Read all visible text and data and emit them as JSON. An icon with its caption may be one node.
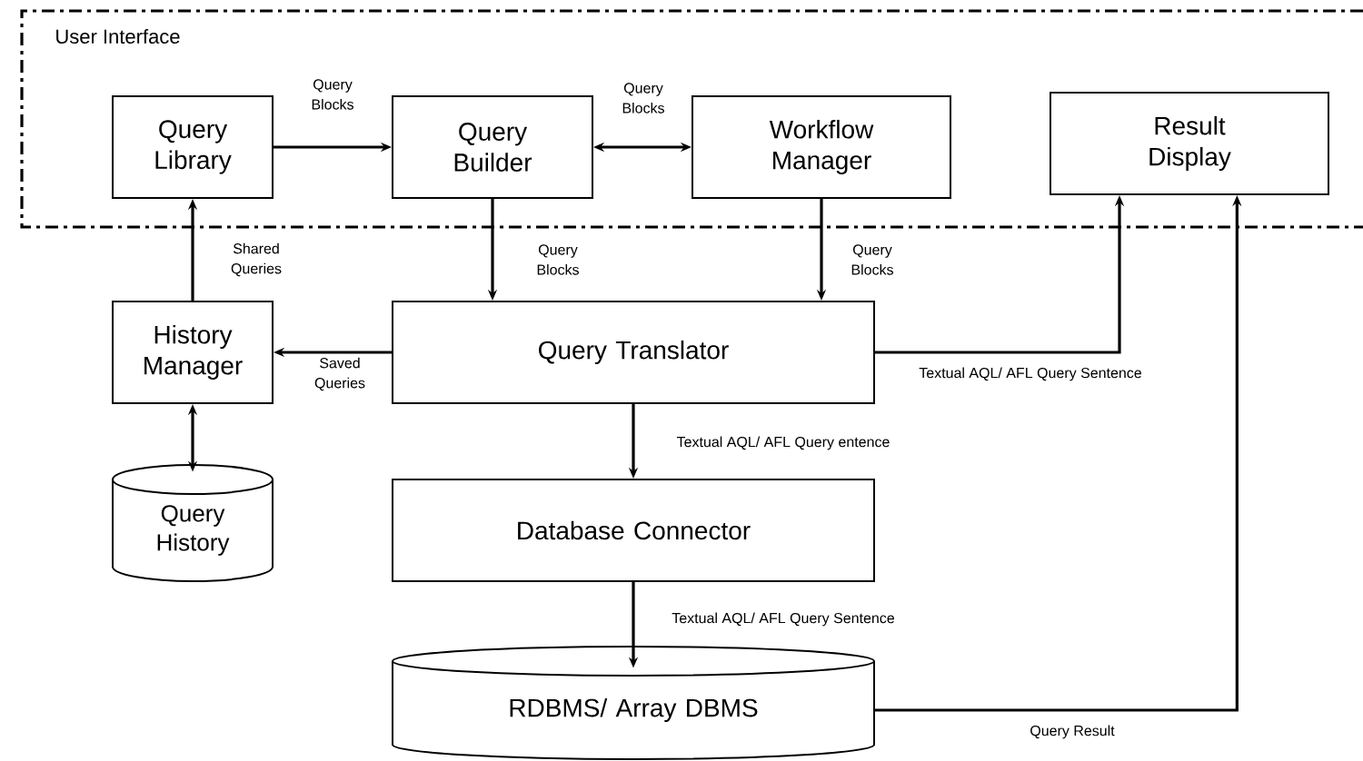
{
  "diagram": {
    "nodes": [
      {
        "text": [
          "User Interface"
        ]
      },
      {
        "text": [
          "Query Library"
        ],
        "in": 0
      },
      {
        "text": [
          "Query Builder"
        ],
        "in": 0
      },
      {
        "text": [
          "Workflow Manager"
        ],
        "in": 0
      },
      {
        "text": [
          "Result Display"
        ],
        "in": 0
      },
      {
        "text": [
          "History Manager"
        ]
      },
      {
        "text": [
          "Query Translator"
        ]
      },
      {
        "text": [
          "Query History"
        ]
      },
      {
        "text": [
          "Database Connector"
        ]
      },
      {
        "text": [
          "RDBMS/ Array DBMS"
        ]
      }
    ],
    "edges": [
      {
        "from": 1,
        "to": 2,
        "arrow": "to",
        "label": "Query Blocks"
      },
      {
        "from": 2,
        "to": 3,
        "arrow": "both",
        "label": "Query Blocks"
      },
      {
        "from": 5,
        "to": 1,
        "arrow": "to",
        "label": "Shared Queries"
      },
      {
        "from": 2,
        "to": 6,
        "arrow": "to",
        "label": "Query Blocks"
      },
      {
        "from": 3,
        "to": 6,
        "arrow": "to",
        "label": "Query Blocks"
      },
      {
        "from": 6,
        "to": 5,
        "arrow": "to",
        "label": "Saved Queries"
      },
      {
        "from": 5,
        "to": 7,
        "arrow": "both"
      },
      {
        "from": 6,
        "to": 4,
        "arrow": "to",
        "label": "Textual AQL/ AFL Query Sentence"
      },
      {
        "from": 6,
        "to": 8,
        "arrow": "to",
        "label": "Textual AQL/ AFL Query entence"
      },
      {
        "from": 8,
        "to": 9,
        "arrow": "to",
        "label": "Textual AQL/ AFL Query Sentence"
      },
      {
        "from": 9,
        "to": 4,
        "arrow": "to",
        "label": "Query Result"
      }
    ]
  }
}
